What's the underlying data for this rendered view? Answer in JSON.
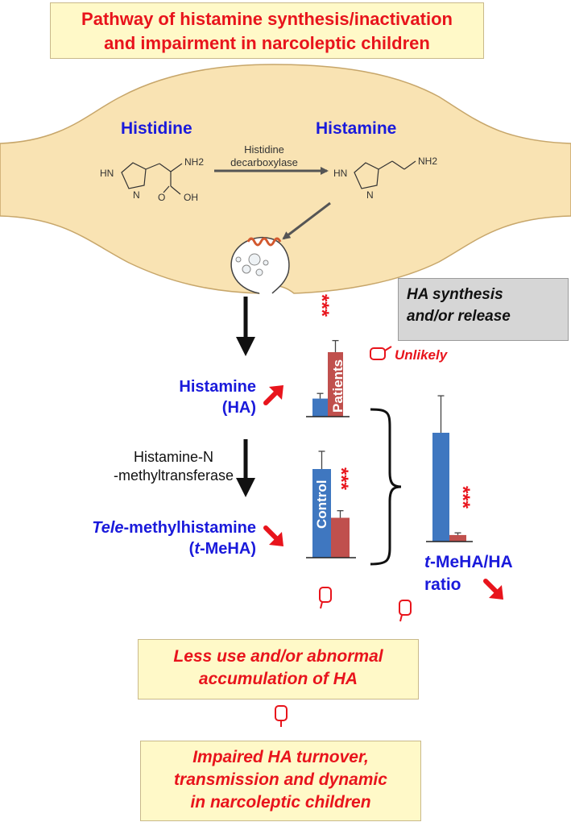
{
  "title": {
    "line1": "Pathway of histamine synthesis/inactivation",
    "line2": "and impairment in narcoleptic children"
  },
  "cell": {
    "histidine_label": "Histidine",
    "histamine_label": "Histamine",
    "enzyme_line1": "Histidine",
    "enzyme_line2": "decarboxylase",
    "chem_hn": "HN",
    "chem_n": "N",
    "chem_nh2": "NH2",
    "chem_o": "O",
    "chem_oh": "OH"
  },
  "pathway": {
    "ha_line1": "Histamine",
    "ha_paren_open": "(",
    "ha_abbr": "HA",
    "ha_paren_close": ")",
    "enzyme2_line1": "Histamine-N",
    "enzyme2_line2": "-methyltransferase",
    "tmeha_italic": "Tele",
    "tmeha_rest": "-methylhistamine",
    "tmeha_paren_open": "(",
    "tmeha_t": "t",
    "tmeha_abbr": "-MeHA",
    "tmeha_paren_close": ")"
  },
  "gray_box": {
    "line1": "HA synthesis",
    "line2": "and/or release"
  },
  "unlikely": "Unlikely",
  "bar_text": {
    "patients": "Patients",
    "control": "Control",
    "significance": "***"
  },
  "ratio": {
    "t": "t",
    "rest": "-MeHA/HA",
    "line2": "ratio"
  },
  "box1": {
    "line1": "Less use and/or abnormal",
    "line2": "accumulation of HA"
  },
  "box2": {
    "line1": "Impaired HA turnover,",
    "line2": "transmission and dynamic",
    "line3": "in narcoleptic children"
  },
  "colors": {
    "control": "#3f77c0",
    "patients": "#c0504d",
    "title_red": "#e8141c",
    "label_blue": "#1a1adb",
    "cell_fill": "#f9e3b3"
  },
  "chart_data": [
    {
      "type": "bar",
      "categories": [
        "Control",
        "Patients"
      ],
      "values": [
        0.28,
        1.0
      ],
      "errors": [
        0.08,
        0.18
      ]
    },
    {
      "type": "bar",
      "categories": [
        "Control",
        "Patients"
      ],
      "values": [
        1.0,
        0.45
      ],
      "errors": [
        0.2,
        0.08
      ]
    },
    {
      "type": "bar",
      "categories": [
        "Control",
        "Patients"
      ],
      "values": [
        1.0,
        0.06
      ],
      "errors": [
        0.34,
        0.02
      ]
    }
  ]
}
